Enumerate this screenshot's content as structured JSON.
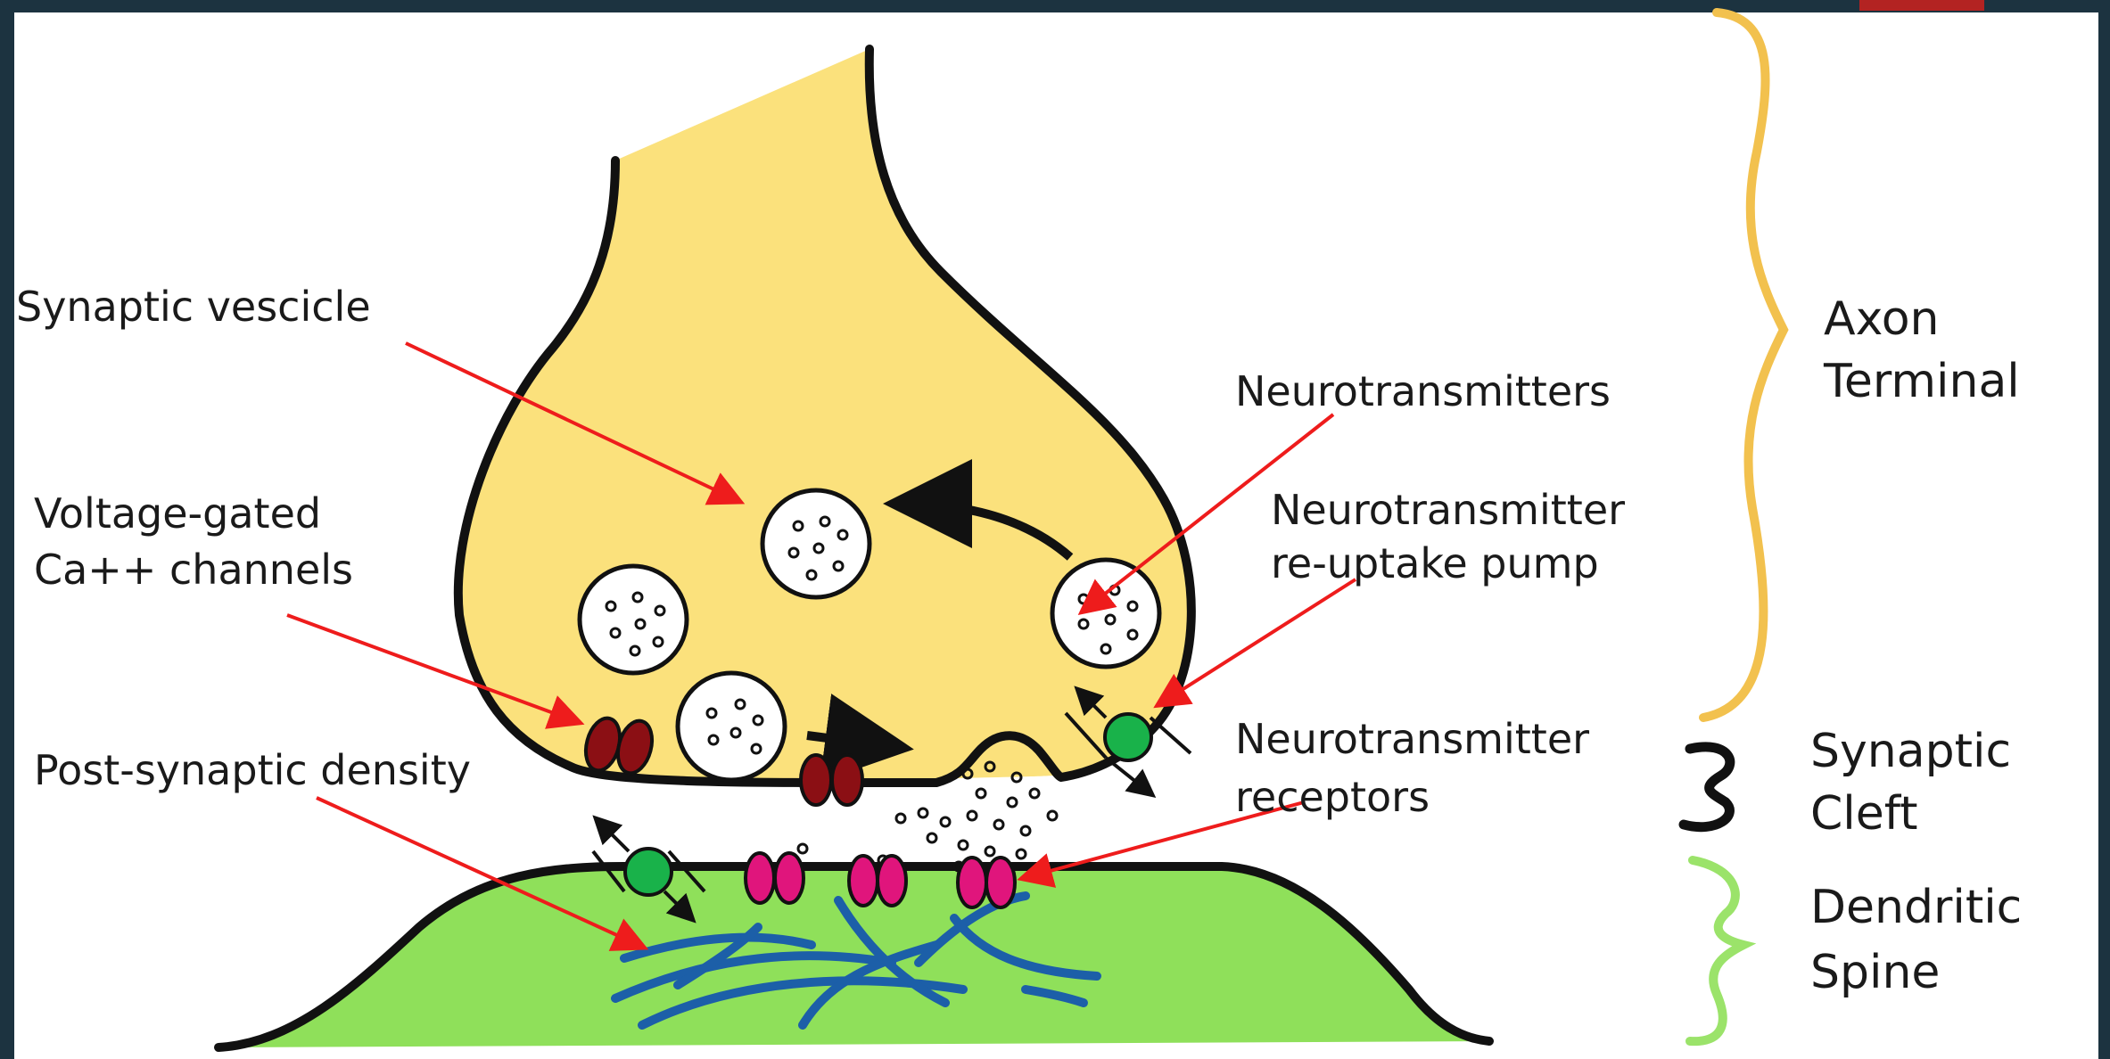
{
  "labels": {
    "synaptic_vesicle": "Synaptic vescicle",
    "voltage_gated_line1": "Voltage-gated",
    "voltage_gated_line2": "Ca++ channels",
    "post_synaptic_density": "Post-synaptic density",
    "neurotransmitters": "Neurotransmitters",
    "reuptake_line1": "Neurotransmitter",
    "reuptake_line2": "re-uptake pump",
    "receptors_line1": "Neurotransmitter",
    "receptors_line2": "receptors"
  },
  "regions": {
    "axon_line1": "Axon",
    "axon_line2": "Terminal",
    "cleft_line1": "Synaptic",
    "cleft_line2": "Cleft",
    "spine_line1": "Dendritic",
    "spine_line2": "Spine"
  },
  "colors": {
    "frame": "#1c3340",
    "accent_tab": "#b32322",
    "axon_fill": "#fbe17c",
    "spine_fill": "#8fe05a",
    "axon_brace": "#f2c14e",
    "cleft_brace": "#111111",
    "spine_brace": "#9be36a",
    "label_arrow": "#ee1c1c",
    "ca_channel": "#8b0f14",
    "receptor": "#e0157c",
    "pump": "#19b24a",
    "cytoskeleton": "#1c5fa8"
  }
}
